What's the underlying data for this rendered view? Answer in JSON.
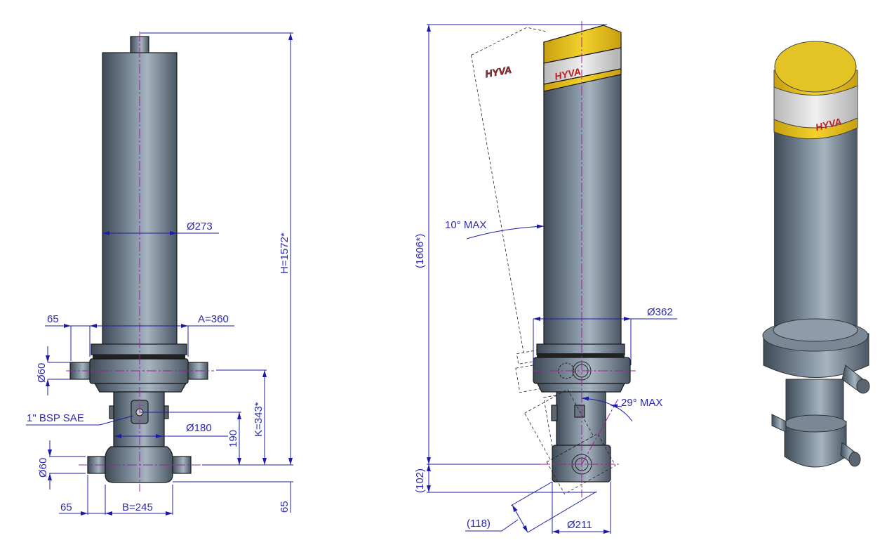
{
  "colors": {
    "dimension": "#1c1ca8",
    "centerline": "#a0209a",
    "cylinder": "#6a7886",
    "cap_yellow": "#e6c21e",
    "logo_red": "#c02020"
  },
  "logo": "HYVA",
  "front_view": {
    "height": "H=1572*",
    "tube_diameter": "Ø273",
    "pin_length_top": "65",
    "trunnion_width": "A=360",
    "pin_diameter_top": "Ø60",
    "port": "1\" BSP SAE",
    "lower_tube_diameter": "Ø180",
    "port_height": "190",
    "trunnion_height": "K=343*",
    "pin_diameter_bottom": "Ø60",
    "bottom_offset": "65",
    "pin_length_bottom": "65",
    "bottom_width": "B=245"
  },
  "side_view": {
    "overall_length": "(1606*)",
    "tilt_angle": "10° MAX",
    "collar_diameter": "Ø362",
    "swing_angle": "29° MAX",
    "bottom_offset": "(102)",
    "swing_clearance": "(118)",
    "eye_diameter": "Ø211"
  }
}
